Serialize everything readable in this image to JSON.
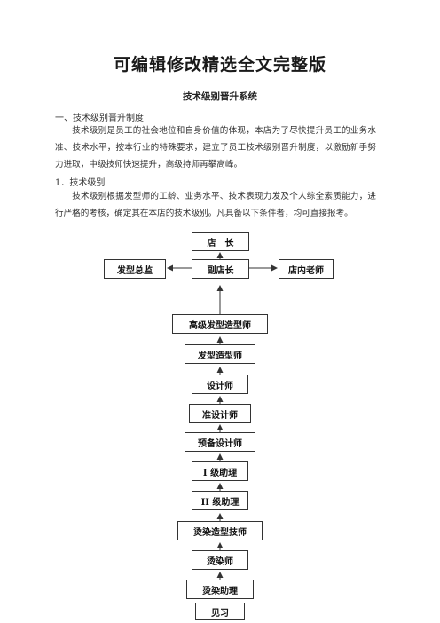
{
  "banner": "可编辑修改精选全文完整版",
  "doc_title": "技术级别晋升系统",
  "section1": {
    "heading": "一、技术级别晋升制度",
    "paragraph": "技术级别是员工的社会地位和自身价值的体现，本店为了尽快提升员工的业务水准、技术水平，按本行业的特殊要求，建立了员工技术级别晋升制度，以激励新手努力进取，中级技师快速提升，高级持师再攀高峰。"
  },
  "subsection1": {
    "heading": "1．技术级别",
    "paragraph": "技术级别根据发型师的工龄、业务水平、技术表现力发及个人综全素质能力，进行严格的考核，确定其在本店的技术级别。凡具备以下条件者，均可直接报考。"
  },
  "chart": {
    "store_manager": "店　长",
    "deputy_manager": "副店长",
    "hair_director": "发型总监",
    "in_store_teacher": "店内老师",
    "levels": [
      "高级发型造型师",
      "发型造型师",
      "设计师",
      "准设计师",
      "预备设计师",
      "I 级助理",
      "II 级助理",
      "烫染造型技师",
      "烫染师",
      "烫染助理",
      "见习"
    ]
  }
}
